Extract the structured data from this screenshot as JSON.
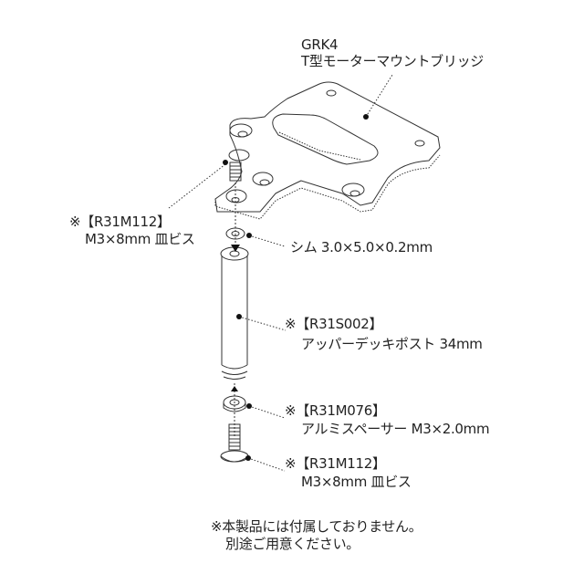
{
  "parts": {
    "bridge": {
      "code": "GRK4",
      "name": "T型モーターマウントブリッジ"
    },
    "screw_top": {
      "mark": "※",
      "code": "【R31M112】",
      "name": "M3×8mm 皿ビス"
    },
    "shim": {
      "name": "シム 3.0×5.0×0.2mm"
    },
    "post": {
      "mark": "※",
      "code": "【R31S002】",
      "name": "アッパーデッキポスト 34mm"
    },
    "spacer": {
      "mark": "※",
      "code": "【R31M076】",
      "name": "アルミスペーサー M3×2.0mm"
    },
    "screw_bottom": {
      "mark": "※",
      "code": "【R31M112】",
      "name": "M3×8mm 皿ビス"
    }
  },
  "note": {
    "line1": "※本製品には付属しておりません。",
    "line2": "別途ご用意ください。"
  }
}
